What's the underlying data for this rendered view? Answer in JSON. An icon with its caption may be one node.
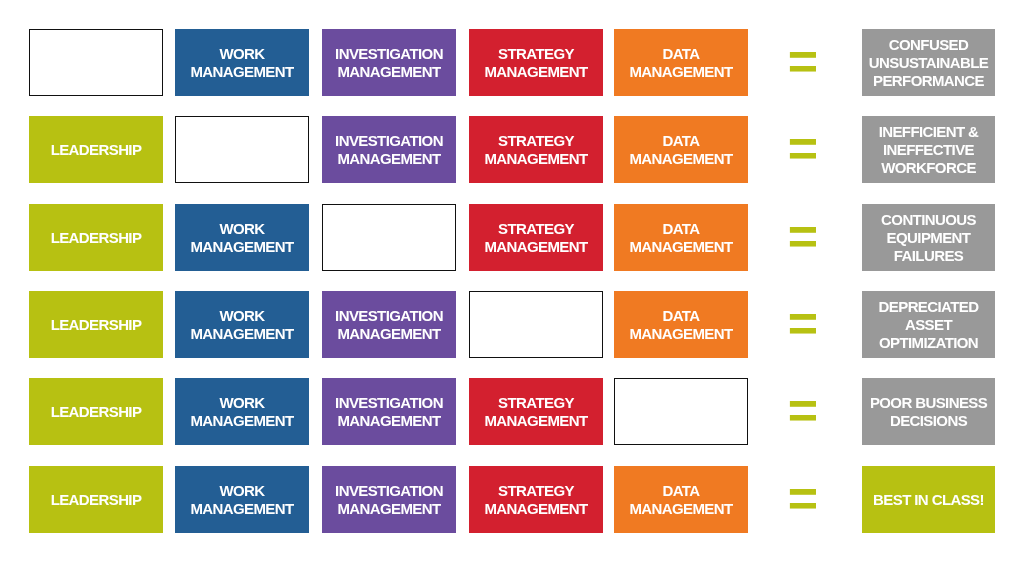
{
  "diagram": {
    "nodes": [
      {
        "text": [],
        "shape": "box"
      },
      {
        "text": [
          "WORK MANAGEMENT"
        ]
      },
      {
        "text": [
          "INVESTIGATION MANAGEMENT"
        ]
      },
      {
        "text": [
          "STRATEGY MANAGEMENT"
        ]
      },
      {
        "text": [
          "DATA MANAGEMENT"
        ]
      },
      {
        "text": [
          "CONFUSED UNSUSTAINABLE PERFORMANCE"
        ]
      },
      {
        "text": [
          "LEADERSHIP"
        ]
      },
      {
        "text": [],
        "shape": "box"
      },
      {
        "text": [
          "INVESTIGATION MANAGEMENT"
        ]
      },
      {
        "text": [
          "STRATEGY MANAGEMENT"
        ]
      },
      {
        "text": [
          "DATA MANAGEMENT"
        ]
      },
      {
        "text": [
          "INEFFICIENT & INEFFECTIVE WORKFORCE"
        ]
      },
      {
        "text": [
          "LEADERSHIP"
        ]
      },
      {
        "text": [
          "WORK MANAGEMENT"
        ]
      },
      {
        "text": [],
        "shape": "box"
      },
      {
        "text": [
          "STRATEGY MANAGEMENT"
        ]
      },
      {
        "text": [
          "DATA MANAGEMENT"
        ]
      },
      {
        "text": [
          "CONTINUOUS EQUIPMENT FAILURES"
        ]
      },
      {
        "text": [
          "LEADERSHIP"
        ]
      },
      {
        "text": [
          "WORK MANAGEMENT"
        ]
      },
      {
        "text": [
          "INVESTIGATION MANAGEMENT"
        ]
      },
      {
        "text": [],
        "shape": "box"
      },
      {
        "text": [
          "DATA MANAGEMENT"
        ]
      },
      {
        "text": [
          "DEPRECIATED ASSET OPTIMIZATION"
        ]
      },
      {
        "text": [
          "LEADERSHIP"
        ]
      },
      {
        "text": [
          "WORK MANAGEMENT"
        ]
      },
      {
        "text": [
          "INVESTIGATION MANAGEMENT"
        ]
      },
      {
        "text": [
          "STRATEGY MANAGEMENT"
        ]
      },
      {
        "text": [],
        "shape": "box"
      },
      {
        "text": [
          "POOR BUSINESS DECISIONS"
        ]
      },
      {
        "text": [
          "LEADERSHIP"
        ]
      },
      {
        "text": [
          "WORK MANAGEMENT"
        ]
      },
      {
        "text": [
          "INVESTIGATION MANAGEMENT"
        ]
      },
      {
        "text": [
          "STRATEGY MANAGEMENT"
        ]
      },
      {
        "text": [
          "DATA MANAGEMENT"
        ]
      },
      {
        "text": [
          "BEST IN CLASS!"
        ]
      }
    ],
    "labels": [
      "=",
      "=",
      "=",
      "=",
      "=",
      "="
    ]
  }
}
